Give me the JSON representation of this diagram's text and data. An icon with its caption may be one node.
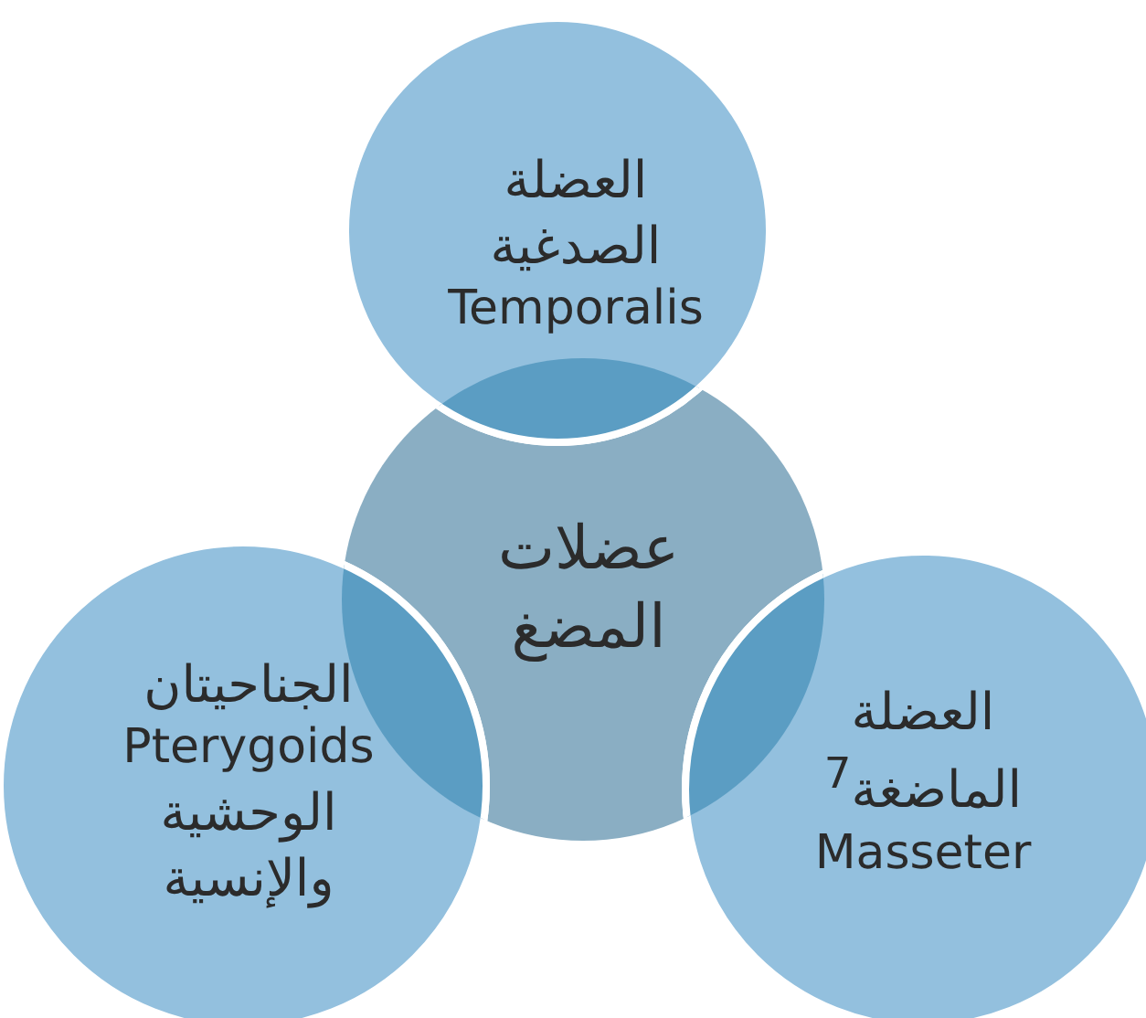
{
  "diagram": {
    "nodes": [
      {
        "text": [
          "عضلات المضغ"
        ]
      },
      {
        "text": [
          "العضلة الصدغية",
          "Temporalis"
        ]
      },
      {
        "text": [
          "الجناحيتان",
          "Pterygoids",
          "الوحشية والإنسية"
        ]
      },
      {
        "text": [
          "العضلة الماضغة$^{7}$",
          "Masseter"
        ]
      }
    ]
  }
}
